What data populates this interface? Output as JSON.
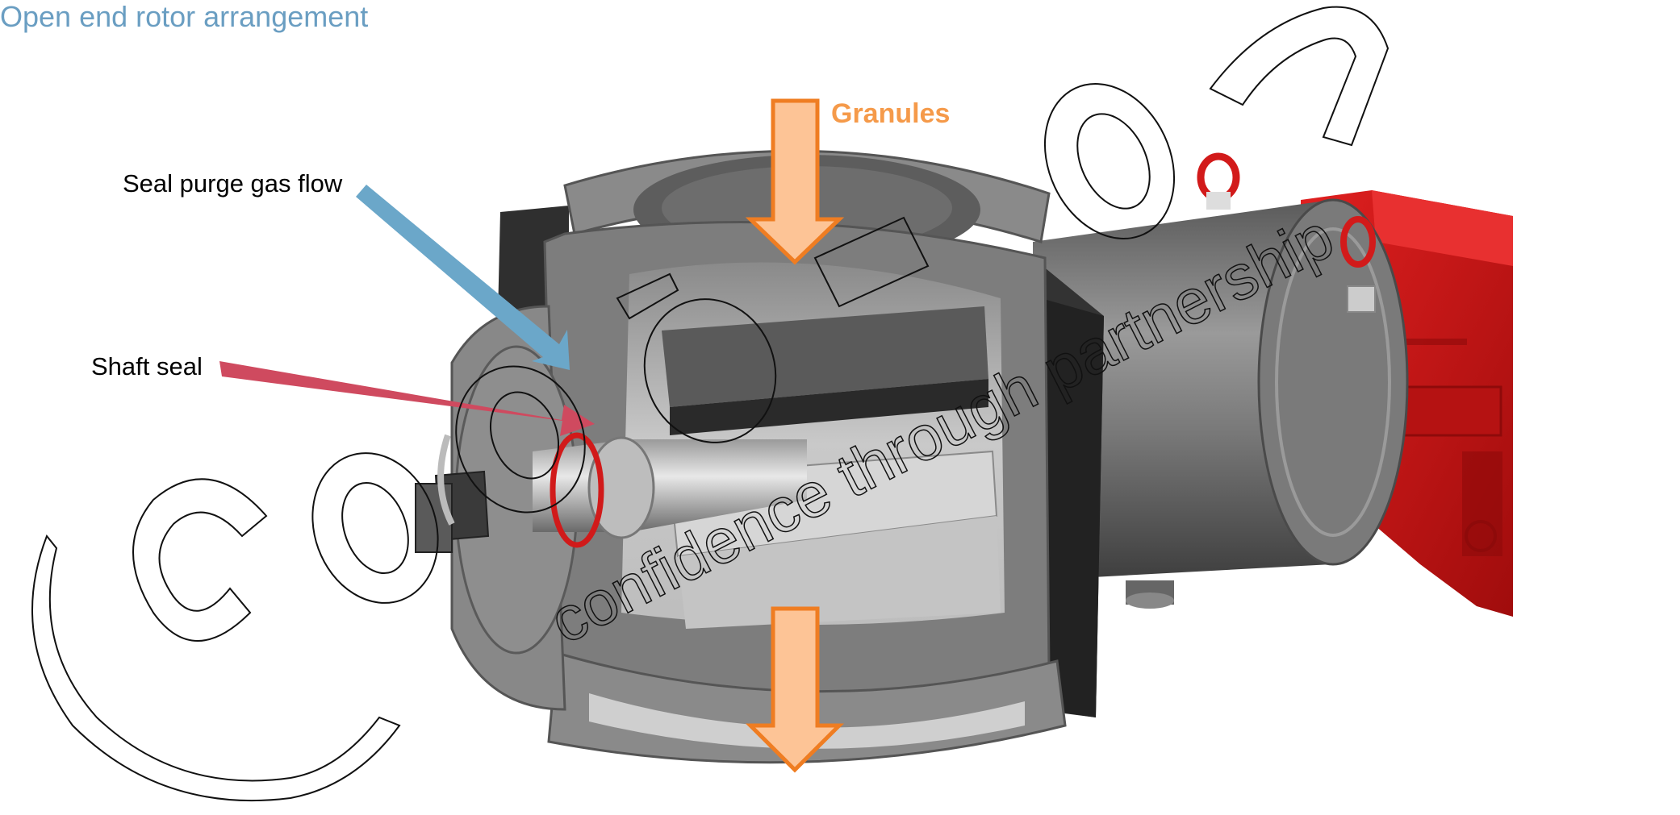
{
  "title": "Open end rotor arrangement",
  "labels": {
    "seal_purge": "Seal purge gas flow",
    "shaft_seal": "Shaft seal",
    "granules": "Granules"
  },
  "colors": {
    "title": "#6a9ec2",
    "purge_arrow": "#6ba7c9",
    "seal_arrow": "#cf4a5f",
    "flow_arrow_fill": "#fdc496",
    "flow_arrow_stroke": "#ef7d22",
    "granules_text": "#f59a4a",
    "motor_red": "#cc1414",
    "housing_grey": "#7d7d7d",
    "frame_dark": "#333333",
    "seal_ring": "#d11a1a"
  },
  "watermark": {
    "main": "coperion",
    "tagline": "confidence through partnership"
  }
}
